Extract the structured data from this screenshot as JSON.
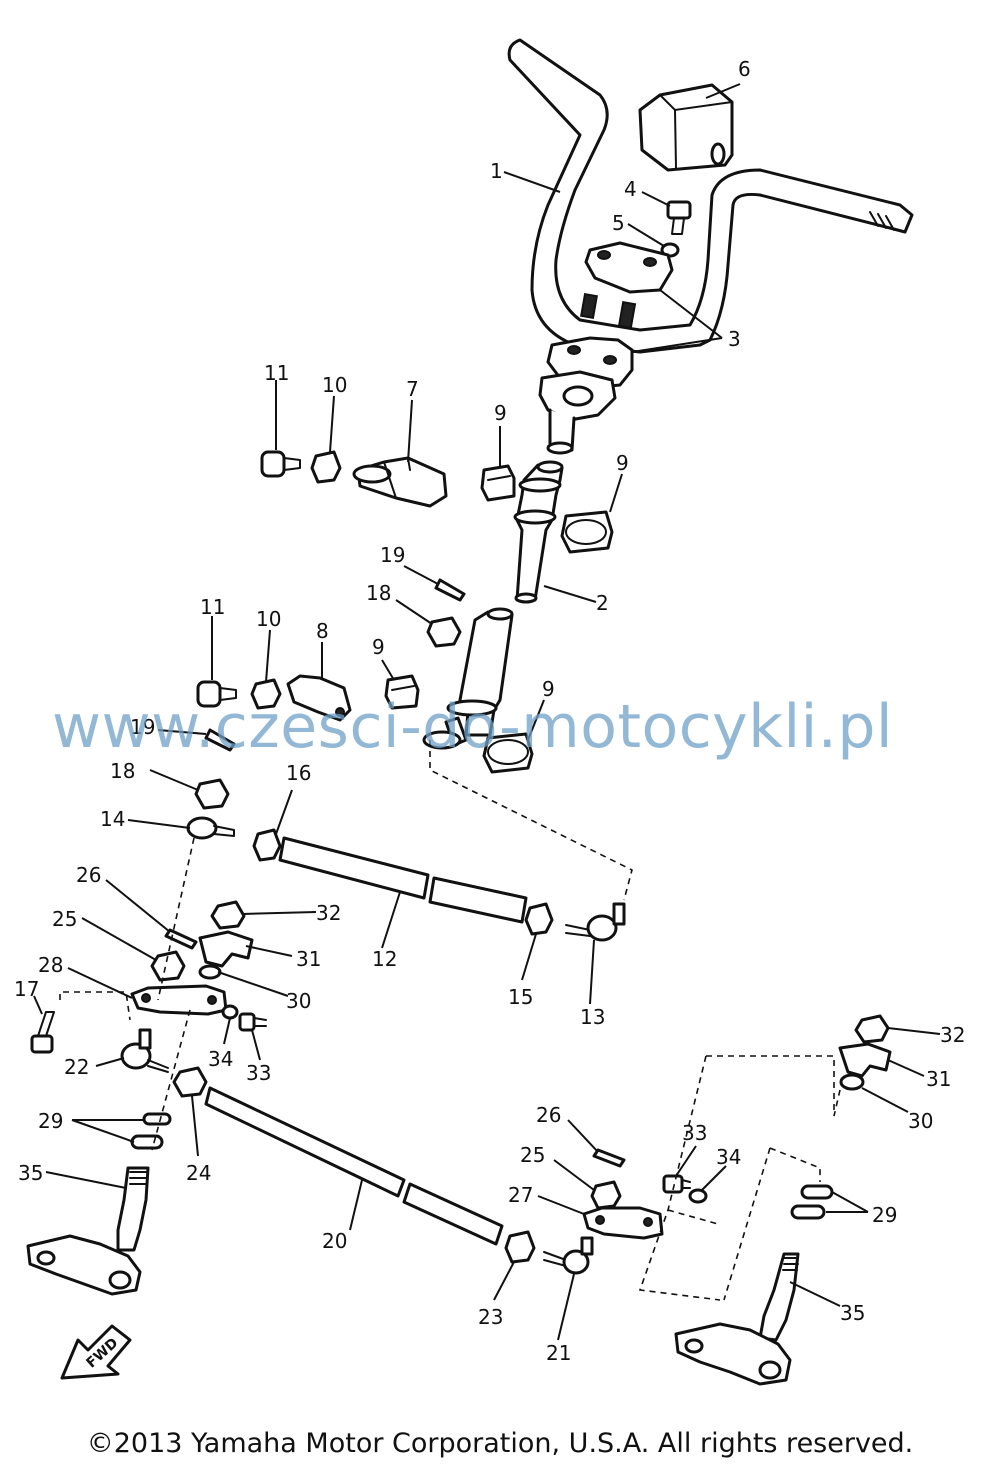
{
  "callouts": [
    {
      "id": "c1",
      "text": "1"
    },
    {
      "id": "c2",
      "text": "2"
    },
    {
      "id": "c3",
      "text": "3"
    },
    {
      "id": "c4",
      "text": "4"
    },
    {
      "id": "c5",
      "text": "5"
    },
    {
      "id": "c6",
      "text": "6"
    },
    {
      "id": "c7",
      "text": "7"
    },
    {
      "id": "c8",
      "text": "8"
    },
    {
      "id": "c9a",
      "text": "9"
    },
    {
      "id": "c9b",
      "text": "9"
    },
    {
      "id": "c9c",
      "text": "9"
    },
    {
      "id": "c9d",
      "text": "9"
    },
    {
      "id": "c10a",
      "text": "10"
    },
    {
      "id": "c10b",
      "text": "10"
    },
    {
      "id": "c11a",
      "text": "11"
    },
    {
      "id": "c11b",
      "text": "11"
    },
    {
      "id": "c12",
      "text": "12"
    },
    {
      "id": "c13",
      "text": "13"
    },
    {
      "id": "c14",
      "text": "14"
    },
    {
      "id": "c15",
      "text": "15"
    },
    {
      "id": "c16",
      "text": "16"
    },
    {
      "id": "c17",
      "text": "17"
    },
    {
      "id": "c18a",
      "text": "18"
    },
    {
      "id": "c18b",
      "text": "18"
    },
    {
      "id": "c19a",
      "text": "19"
    },
    {
      "id": "c19b",
      "text": "19"
    },
    {
      "id": "c20",
      "text": "20"
    },
    {
      "id": "c21",
      "text": "21"
    },
    {
      "id": "c22",
      "text": "22"
    },
    {
      "id": "c23",
      "text": "23"
    },
    {
      "id": "c24",
      "text": "24"
    },
    {
      "id": "c25a",
      "text": "25"
    },
    {
      "id": "c25b",
      "text": "25"
    },
    {
      "id": "c26a",
      "text": "26"
    },
    {
      "id": "c26b",
      "text": "26"
    },
    {
      "id": "c27",
      "text": "27"
    },
    {
      "id": "c28",
      "text": "28"
    },
    {
      "id": "c29a",
      "text": "29"
    },
    {
      "id": "c29b",
      "text": "29"
    },
    {
      "id": "c30a",
      "text": "30"
    },
    {
      "id": "c30b",
      "text": "30"
    },
    {
      "id": "c31a",
      "text": "31"
    },
    {
      "id": "c31b",
      "text": "31"
    },
    {
      "id": "c32a",
      "text": "32"
    },
    {
      "id": "c32b",
      "text": "32"
    },
    {
      "id": "c33a",
      "text": "33"
    },
    {
      "id": "c33b",
      "text": "33"
    },
    {
      "id": "c34a",
      "text": "34"
    },
    {
      "id": "c34b",
      "text": "34"
    },
    {
      "id": "c35a",
      "text": "35"
    },
    {
      "id": "c35b",
      "text": "35"
    }
  ],
  "fwd_label": "FWD",
  "watermark": "www.czesci-do-motocykli.pl",
  "copyright": "©2013 Yamaha Motor Corporation, U.S.A. All rights reserved."
}
